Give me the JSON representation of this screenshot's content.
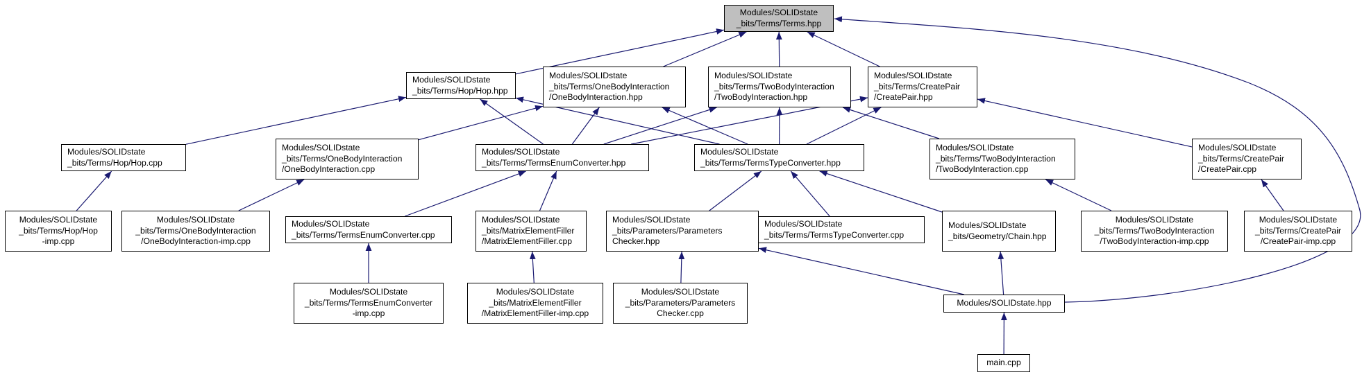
{
  "graph": {
    "edge_color": "#191970",
    "root_fill": "#bfbfbf",
    "nodes": [
      {
        "id": "terms_hpp",
        "lines": [
          "Modules/SOLIDstate",
          "_bits/Terms/Terms.hpp"
        ],
        "root": true
      },
      {
        "id": "hop_hpp",
        "lines": [
          "Modules/SOLIDstate",
          "_bits/Terms/Hop/Hop.hpp"
        ]
      },
      {
        "id": "onebody_hpp",
        "lines": [
          "Modules/SOLIDstate",
          "_bits/Terms/OneBodyInteraction",
          "/OneBodyInteraction.hpp"
        ]
      },
      {
        "id": "twobody_hpp",
        "lines": [
          "Modules/SOLIDstate",
          "_bits/Terms/TwoBodyInteraction",
          "/TwoBodyInteraction.hpp"
        ]
      },
      {
        "id": "createpair_hpp",
        "lines": [
          "Modules/SOLIDstate",
          "_bits/Terms/CreatePair",
          "/CreatePair.hpp"
        ]
      },
      {
        "id": "hop_cpp",
        "lines": [
          "Modules/SOLIDstate",
          "_bits/Terms/Hop/Hop.cpp"
        ]
      },
      {
        "id": "onebody_cpp",
        "lines": [
          "Modules/SOLIDstate",
          "_bits/Terms/OneBodyInteraction",
          "/OneBodyInteraction.cpp"
        ]
      },
      {
        "id": "enumconv_hpp",
        "lines": [
          "Modules/SOLIDstate",
          "_bits/Terms/TermsEnumConverter.hpp"
        ]
      },
      {
        "id": "typeconv_hpp",
        "lines": [
          "Modules/SOLIDstate",
          "_bits/Terms/TermsTypeConverter.hpp"
        ]
      },
      {
        "id": "twobody_cpp",
        "lines": [
          "Modules/SOLIDstate",
          "_bits/Terms/TwoBodyInteraction",
          "/TwoBodyInteraction.cpp"
        ]
      },
      {
        "id": "createpair_cpp",
        "lines": [
          "Modules/SOLIDstate",
          "_bits/Terms/CreatePair",
          "/CreatePair.cpp"
        ]
      },
      {
        "id": "hop_imp_cpp",
        "lines": [
          "Modules/SOLIDstate",
          "_bits/Terms/Hop/Hop",
          "-imp.cpp"
        ]
      },
      {
        "id": "onebody_imp_cpp",
        "lines": [
          "Modules/SOLIDstate",
          "_bits/Terms/OneBodyInteraction",
          "/OneBodyInteraction-imp.cpp"
        ]
      },
      {
        "id": "enumconv_cpp",
        "lines": [
          "Modules/SOLIDstate",
          "_bits/Terms/TermsEnumConverter.cpp"
        ]
      },
      {
        "id": "mef_cpp",
        "lines": [
          "Modules/SOLIDstate",
          "_bits/MatrixElementFiller",
          "/MatrixElementFiller.cpp"
        ]
      },
      {
        "id": "paramchecker_hpp",
        "lines": [
          "Modules/SOLIDstate",
          "_bits/Parameters/Parameters",
          "Checker.hpp"
        ]
      },
      {
        "id": "typeconv_cpp",
        "lines": [
          "Modules/SOLIDstate",
          "_bits/Terms/TermsTypeConverter.cpp"
        ]
      },
      {
        "id": "chain_hpp",
        "lines": [
          "Modules/SOLIDstate",
          "_bits/Geometry/Chain.hpp"
        ]
      },
      {
        "id": "twobody_imp_cpp",
        "lines": [
          "Modules/SOLIDstate",
          "_bits/Terms/TwoBodyInteraction",
          "/TwoBodyInteraction-imp.cpp"
        ]
      },
      {
        "id": "createpair_imp_cpp",
        "lines": [
          "Modules/SOLIDstate",
          "_bits/Terms/CreatePair",
          "/CreatePair-imp.cpp"
        ]
      },
      {
        "id": "enumconv_imp_cpp",
        "lines": [
          "Modules/SOLIDstate",
          "_bits/Terms/TermsEnumConverter",
          "-imp.cpp"
        ]
      },
      {
        "id": "mef_imp_cpp",
        "lines": [
          "Modules/SOLIDstate",
          "_bits/MatrixElementFiller",
          "/MatrixElementFiller-imp.cpp"
        ]
      },
      {
        "id": "paramchecker_cpp",
        "lines": [
          "Modules/SOLIDstate",
          "_bits/Parameters/Parameters",
          "Checker.cpp"
        ]
      },
      {
        "id": "solidstate_hpp",
        "lines": [
          "Modules/SOLIDstate.hpp"
        ]
      },
      {
        "id": "main_cpp",
        "lines": [
          "main.cpp"
        ]
      }
    ],
    "edges": [
      [
        "hop_hpp",
        "terms_hpp"
      ],
      [
        "onebody_hpp",
        "terms_hpp"
      ],
      [
        "twobody_hpp",
        "terms_hpp"
      ],
      [
        "createpair_hpp",
        "terms_hpp"
      ],
      [
        "solidstate_hpp",
        "terms_hpp"
      ],
      [
        "hop_cpp",
        "hop_hpp"
      ],
      [
        "enumconv_hpp",
        "hop_hpp"
      ],
      [
        "typeconv_hpp",
        "hop_hpp"
      ],
      [
        "onebody_cpp",
        "onebody_hpp"
      ],
      [
        "enumconv_hpp",
        "onebody_hpp"
      ],
      [
        "typeconv_hpp",
        "onebody_hpp"
      ],
      [
        "enumconv_hpp",
        "twobody_hpp"
      ],
      [
        "typeconv_hpp",
        "twobody_hpp"
      ],
      [
        "twobody_cpp",
        "twobody_hpp"
      ],
      [
        "enumconv_hpp",
        "createpair_hpp"
      ],
      [
        "typeconv_hpp",
        "createpair_hpp"
      ],
      [
        "createpair_cpp",
        "createpair_hpp"
      ],
      [
        "hop_imp_cpp",
        "hop_cpp"
      ],
      [
        "onebody_imp_cpp",
        "onebody_cpp"
      ],
      [
        "enumconv_cpp",
        "enumconv_hpp"
      ],
      [
        "mef_cpp",
        "enumconv_hpp"
      ],
      [
        "paramchecker_hpp",
        "typeconv_hpp"
      ],
      [
        "typeconv_cpp",
        "typeconv_hpp"
      ],
      [
        "chain_hpp",
        "typeconv_hpp"
      ],
      [
        "twobody_imp_cpp",
        "twobody_cpp"
      ],
      [
        "createpair_imp_cpp",
        "createpair_cpp"
      ],
      [
        "enumconv_imp_cpp",
        "enumconv_cpp"
      ],
      [
        "mef_imp_cpp",
        "mef_cpp"
      ],
      [
        "paramchecker_cpp",
        "paramchecker_hpp"
      ],
      [
        "solidstate_hpp",
        "paramchecker_hpp"
      ],
      [
        "solidstate_hpp",
        "chain_hpp"
      ],
      [
        "main_cpp",
        "solidstate_hpp"
      ]
    ]
  }
}
